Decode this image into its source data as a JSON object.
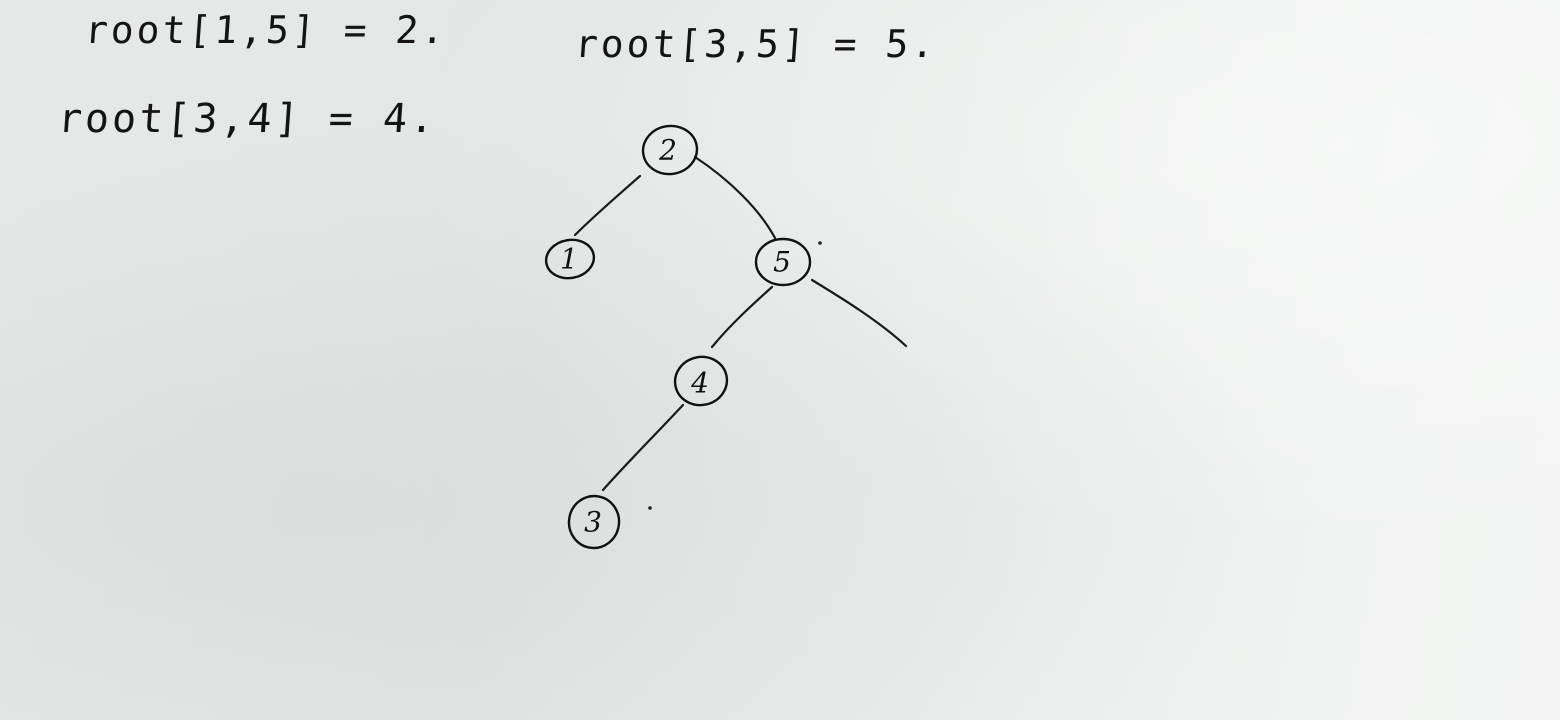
{
  "notes": [
    "root[1,5] = 2.",
    "root[3,5] = 5.",
    "root[3,4] = 4."
  ],
  "tree": {
    "nodes": [
      {
        "id": "n2",
        "label": "2"
      },
      {
        "id": "n1",
        "label": "1"
      },
      {
        "id": "n5",
        "label": "5"
      },
      {
        "id": "n4",
        "label": "4"
      },
      {
        "id": "n3",
        "label": "3"
      }
    ],
    "edges": [
      {
        "from": "2",
        "to": "1"
      },
      {
        "from": "2",
        "to": "5"
      },
      {
        "from": "5",
        "to": "4"
      },
      {
        "from": "5",
        "to": ""
      },
      {
        "from": "4",
        "to": "3"
      }
    ]
  }
}
